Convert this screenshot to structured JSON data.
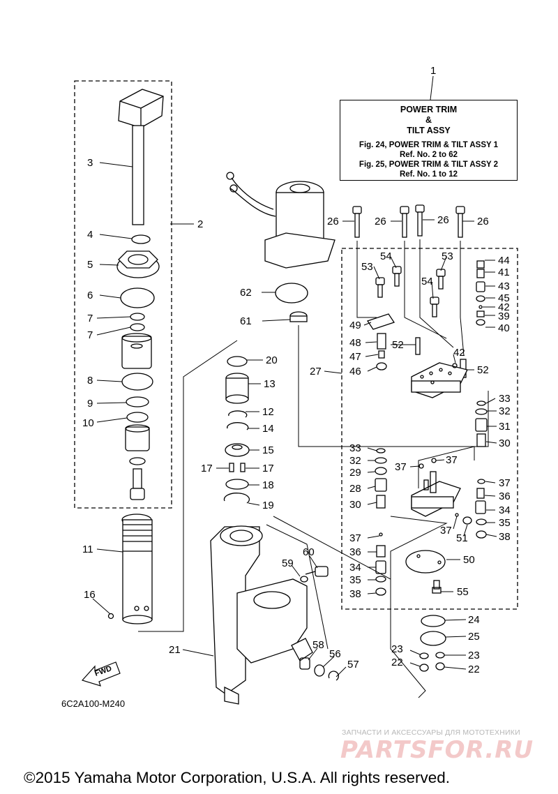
{
  "title_box": {
    "line1": "POWER TRIM",
    "line2": "&",
    "line3": "TILT ASSY",
    "line4": "Fig. 24, POWER TRIM & TILT ASSY 1",
    "line5": "Ref. No. 2 to 62",
    "line6": "Fig. 25, POWER TRIM & TILT ASSY 2",
    "line7": "Ref. No. 1 to 12"
  },
  "callouts": [
    "1",
    "2",
    "3",
    "4",
    "5",
    "6",
    "7",
    "7",
    "8",
    "9",
    "10",
    "11",
    "16",
    "20",
    "13",
    "12",
    "14",
    "15",
    "17",
    "17",
    "18",
    "19",
    "62",
    "61",
    "26",
    "26",
    "26",
    "26",
    "53",
    "54",
    "53",
    "54",
    "44",
    "41",
    "43",
    "45",
    "42",
    "39",
    "40",
    "49",
    "48",
    "52",
    "47",
    "42",
    "46",
    "27",
    "52",
    "33",
    "32",
    "31",
    "30",
    "33",
    "32",
    "29",
    "28",
    "30",
    "37",
    "37",
    "37",
    "36",
    "34",
    "35",
    "38",
    "37",
    "51",
    "37",
    "36",
    "34",
    "35",
    "38",
    "50",
    "55",
    "24",
    "25",
    "23",
    "22",
    "23",
    "22",
    "59",
    "60",
    "58",
    "56",
    "57",
    "21"
  ],
  "fwd_label": "FWD",
  "figure_code": "6C2A100-M240",
  "watermark": {
    "small": "ЗАПЧАСТИ И АКСЕССУАРЫ ДЛЯ МОТОТЕХНИКИ",
    "big": "PARTSFOR.RU"
  },
  "copyright": "©2015 Yamaha Motor Corporation, U.S.A. All rights reserved."
}
